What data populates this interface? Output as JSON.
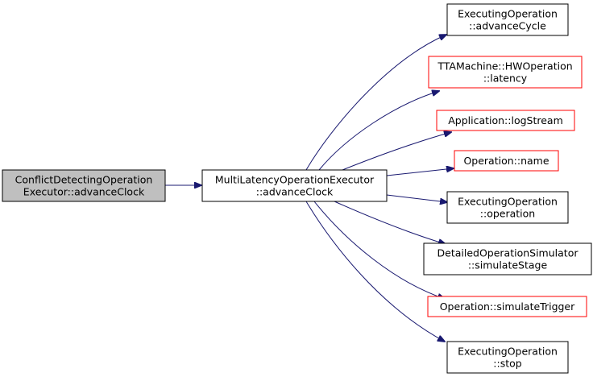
{
  "graph": {
    "nodes": {
      "caller": {
        "lines": [
          "ConflictDetectingOperation",
          "Executor::advanceClock"
        ],
        "style": "current"
      },
      "center": {
        "lines": [
          "MultiLatencyOperationExecutor",
          "::advanceClock"
        ],
        "style": "documented"
      },
      "n1": {
        "lines": [
          "ExecutingOperation",
          "::advanceCycle"
        ],
        "style": "documented"
      },
      "n2": {
        "lines": [
          "TTAMachine::HWOperation",
          "::latency"
        ],
        "style": "external"
      },
      "n3": {
        "lines": [
          "Application::logStream"
        ],
        "style": "external"
      },
      "n4": {
        "lines": [
          "Operation::name"
        ],
        "style": "external"
      },
      "n5": {
        "lines": [
          "ExecutingOperation",
          "::operation"
        ],
        "style": "documented"
      },
      "n6": {
        "lines": [
          "DetailedOperationSimulator",
          "::simulateStage"
        ],
        "style": "documented"
      },
      "n7": {
        "lines": [
          "Operation::simulateTrigger"
        ],
        "style": "external"
      },
      "n8": {
        "lines": [
          "ExecutingOperation",
          "::stop"
        ],
        "style": "documented"
      }
    },
    "colors": {
      "current_fill": "#bfbfbf",
      "current_border": "#000000",
      "documented_border": "#000000",
      "external_border": "#ff0000",
      "edge": "#191970"
    }
  }
}
